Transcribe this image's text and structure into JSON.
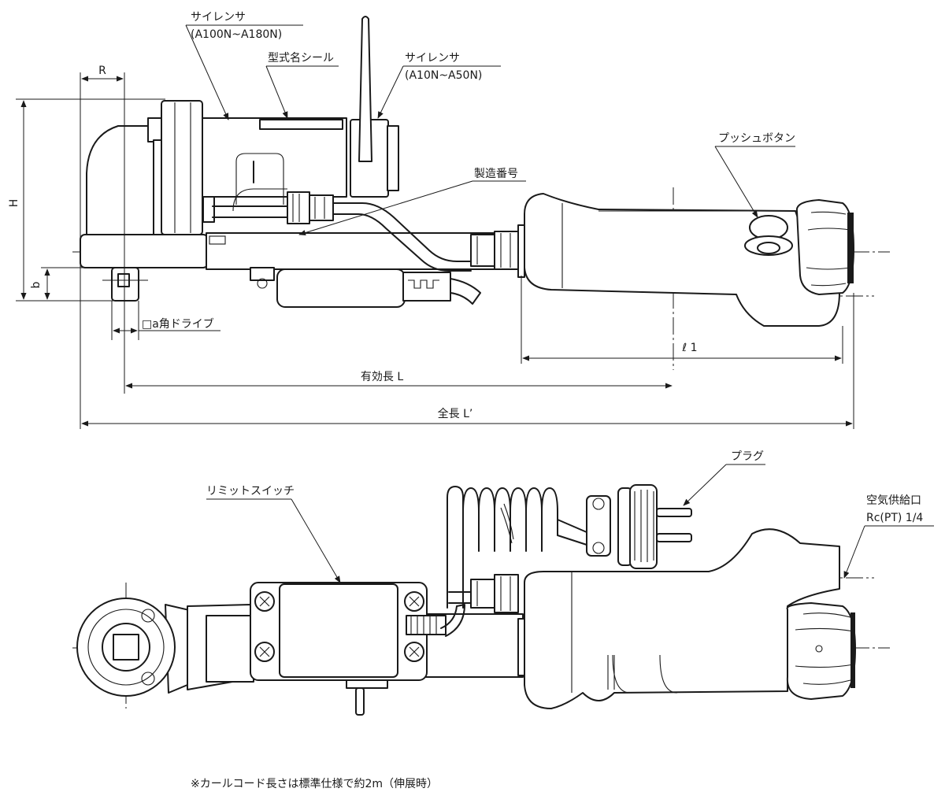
{
  "labels": {
    "silencer_large": "サイレンサ",
    "silencer_large_models": "(A100N~A180N)",
    "model_seal": "型式名シール",
    "silencer_small": "サイレンサ",
    "silencer_small_models": "(A10N~A50N)",
    "push_button": "プッシュボタン",
    "serial_number": "製造番号",
    "plug": "プラグ",
    "limit_switch": "リミットスイッチ",
    "air_supply": "空気供給口",
    "air_supply_thread": "Rc(PT) 1/4",
    "square_drive": "□a角ドライブ"
  },
  "dimensions": {
    "R": "R",
    "H": "H",
    "b": "b",
    "l1": "ℓ 1",
    "effective_length": "有効長 L",
    "total_length": "全長 L’"
  },
  "footnote": "※カールコード長さは標準仕様で約2m（伸展時）"
}
